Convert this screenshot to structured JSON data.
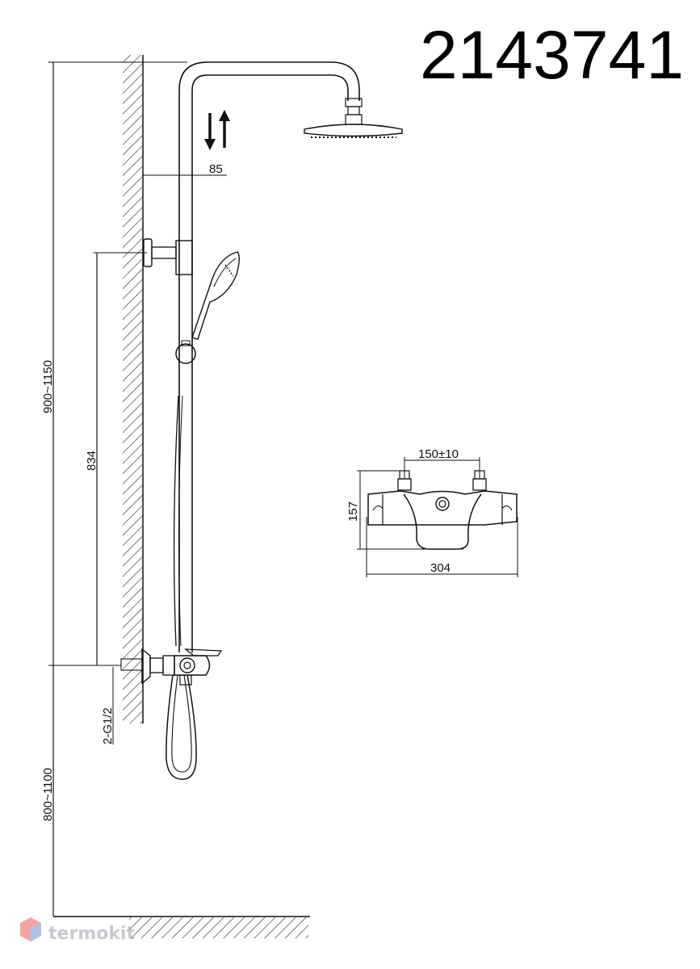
{
  "model_number": "2143741",
  "dimensions": {
    "arm_projection": "85",
    "total_height": "900~1150",
    "bracket_spacing": "834",
    "inlet_connection": "2-G1/2",
    "mixer_mount_height": "800~1100",
    "inlet_spacing": "150±10",
    "mixer_height": "157",
    "mixer_width": "304"
  },
  "watermark": {
    "brand": "termokit",
    "brand_color": "#9aa0a8",
    "logo_color": "#e85a5a"
  }
}
